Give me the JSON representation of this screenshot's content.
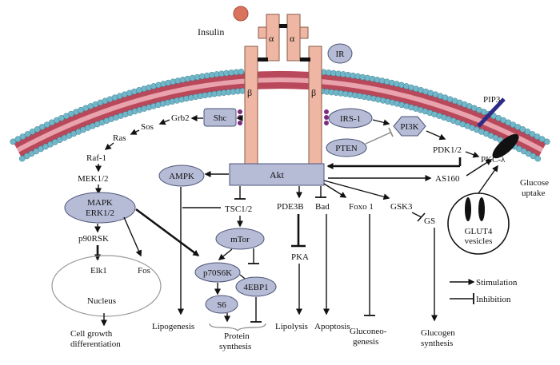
{
  "ligand": {
    "label": "Insulin",
    "color": "#d9735e"
  },
  "receptor": {
    "name": "IR",
    "alpha_label": "α",
    "beta_label": "β",
    "color": "#efb7a3"
  },
  "membrane": {
    "head_color": "#6fb7c9",
    "tail_color": "#b8485a"
  },
  "nodes": {
    "shc": "Shc",
    "grb2": "Grb2",
    "sos": "Sos",
    "ras": "Ras",
    "raf1": "Raf-1",
    "mek": "MEK1/2",
    "mapk_line1": "MAPK",
    "mapk_line2": "ERK1/2",
    "p90rsk": "p90RSK",
    "elk1": "Elk1",
    "fos": "Fos",
    "nucleus": "Nucleus",
    "irs1": "IRS-1",
    "pi3k": "PI3K",
    "pten": "PTEN",
    "pip3": "PIP3",
    "pdk": "PDK1/2",
    "pkc": "PKC-λ",
    "akt": "Akt",
    "ampk": "AMPK",
    "as160": "AS160",
    "tsc": "TSC1/2",
    "mtor": "mTor",
    "p70s6k": "p70S6K",
    "ebp1": "4EBP1",
    "s6": "S6",
    "pde3b": "PDE3B",
    "pka": "PKA",
    "bad": "Bad",
    "foxo1": "Foxo 1",
    "gsk3": "GSK3",
    "gs": "GS",
    "glut4_line1": "GLUT4",
    "glut4_line2": "vesicles",
    "glucose_uptake_line1": "Glucose",
    "glucose_uptake_line2": "uptake"
  },
  "outcomes": {
    "cell_growth_line1": "Cell growth",
    "cell_growth_line2": "differentiation",
    "lipogenesis": "Lipogenesis",
    "protein_line1": "Protein",
    "protein_line2": "synthesis",
    "lipolysis": "Lipolysis",
    "apoptosis": "Apoptosis",
    "gluconeo_line1": "Gluconeo-",
    "gluconeo_line2": "genesis",
    "glycogen_line1": "Glucogen",
    "glycogen_line2": "synthesis"
  },
  "legend": {
    "stimulation": "Stimulation",
    "inhibition": "Inhibition"
  },
  "colors": {
    "node_fill": "#b6bcd6",
    "node_stroke": "#4d5577",
    "arrow": "#111111"
  }
}
